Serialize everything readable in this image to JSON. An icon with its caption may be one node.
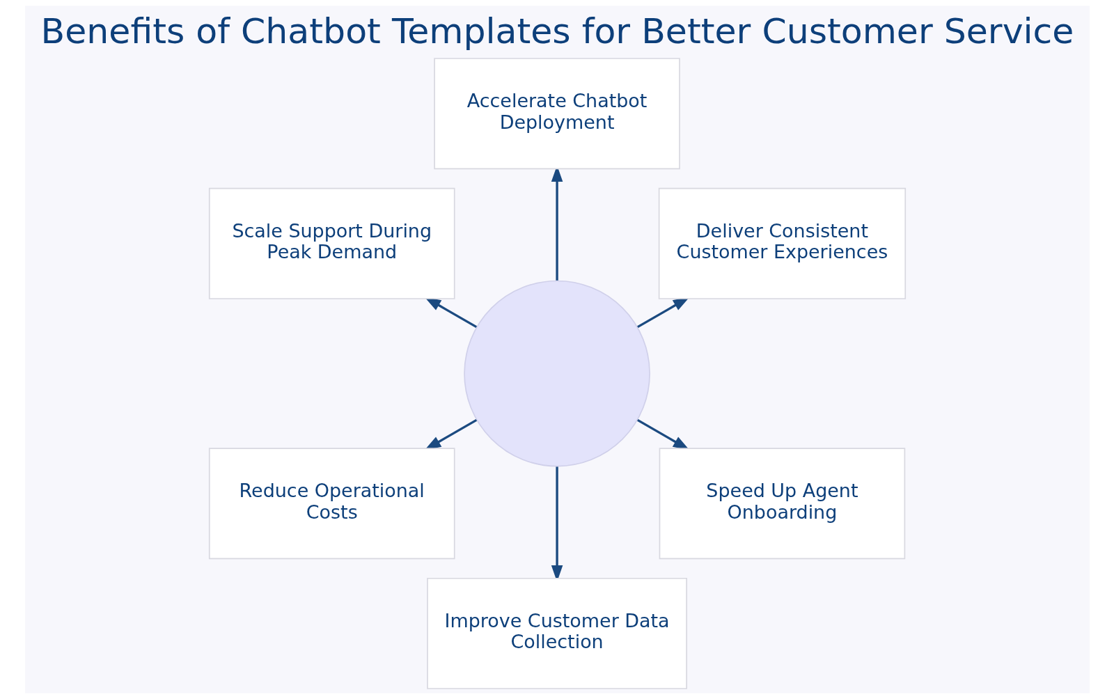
{
  "diagram": {
    "title": "Benefits of Chatbot Templates for Better Customer Service",
    "nodes": [
      {
        "text": [
          "Deliver Consistent Customer Experiences"
        ]
      },
      {
        "text": [
          "Accelerate Chatbot Deployment"
        ]
      },
      {
        "text": [
          "Scale Support During Peak Demand"
        ]
      },
      {
        "text": [],
        "shape": "circle"
      },
      {
        "text": [
          "Reduce Operational Costs"
        ]
      },
      {
        "text": [
          "Improve Customer Data Collection"
        ]
      },
      {
        "text": [
          "Speed Up Agent Onboarding"
        ]
      }
    ],
    "edges": [
      {
        "from": 3,
        "to": 0,
        "arrow": "to"
      },
      {
        "from": 3,
        "to": 1,
        "arrow": "to"
      },
      {
        "from": 3,
        "to": 2,
        "arrow": "to"
      },
      {
        "from": 3,
        "to": 4,
        "arrow": "to"
      },
      {
        "from": 3,
        "to": 5,
        "arrow": "to"
      },
      {
        "from": 3,
        "to": 6,
        "arrow": "to"
      }
    ]
  }
}
